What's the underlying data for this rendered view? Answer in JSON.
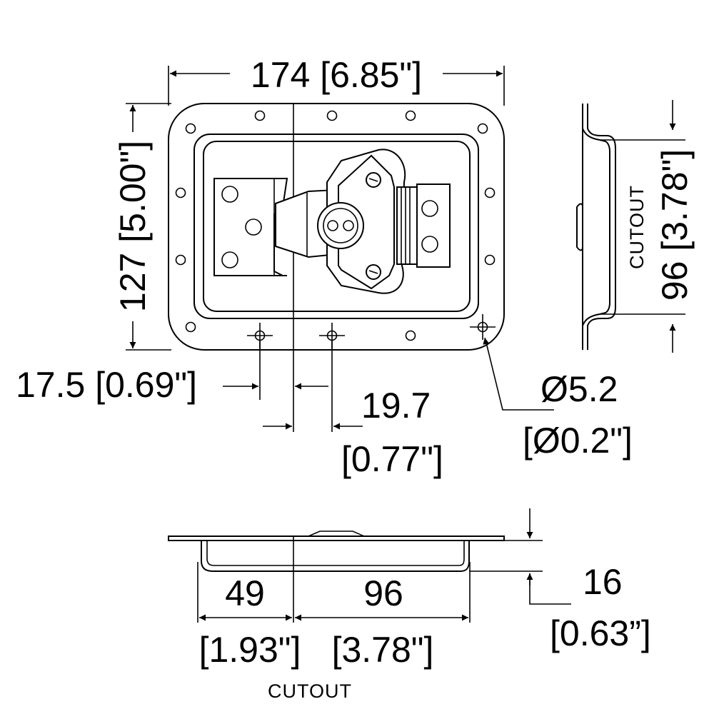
{
  "drawing": {
    "top_view": {
      "width_dim": "174 [6.85\"]",
      "height_dim": "127 [5.00\"]",
      "hole_offset_dim": "17.5 [0.69\"]",
      "hole_spacing_dim_value": "19.7",
      "hole_spacing_dim_inch": "[0.77\"]",
      "hole_diameter_dim_value": "Ø5.2",
      "hole_diameter_dim_inch": "[Ø0.2\"]"
    },
    "side_view": {
      "cutout_label": "CUTOUT",
      "cutout_dim": "96 [3.78\"]"
    },
    "front_view": {
      "left_dim_value": "49",
      "left_dim_inch": "[1.93\"]",
      "right_dim_value": "96",
      "right_dim_inch": "[3.78\"]",
      "depth_dim_value": "16",
      "depth_dim_inch": "[0.63”]",
      "cutout_label": "CUTOUT"
    }
  }
}
